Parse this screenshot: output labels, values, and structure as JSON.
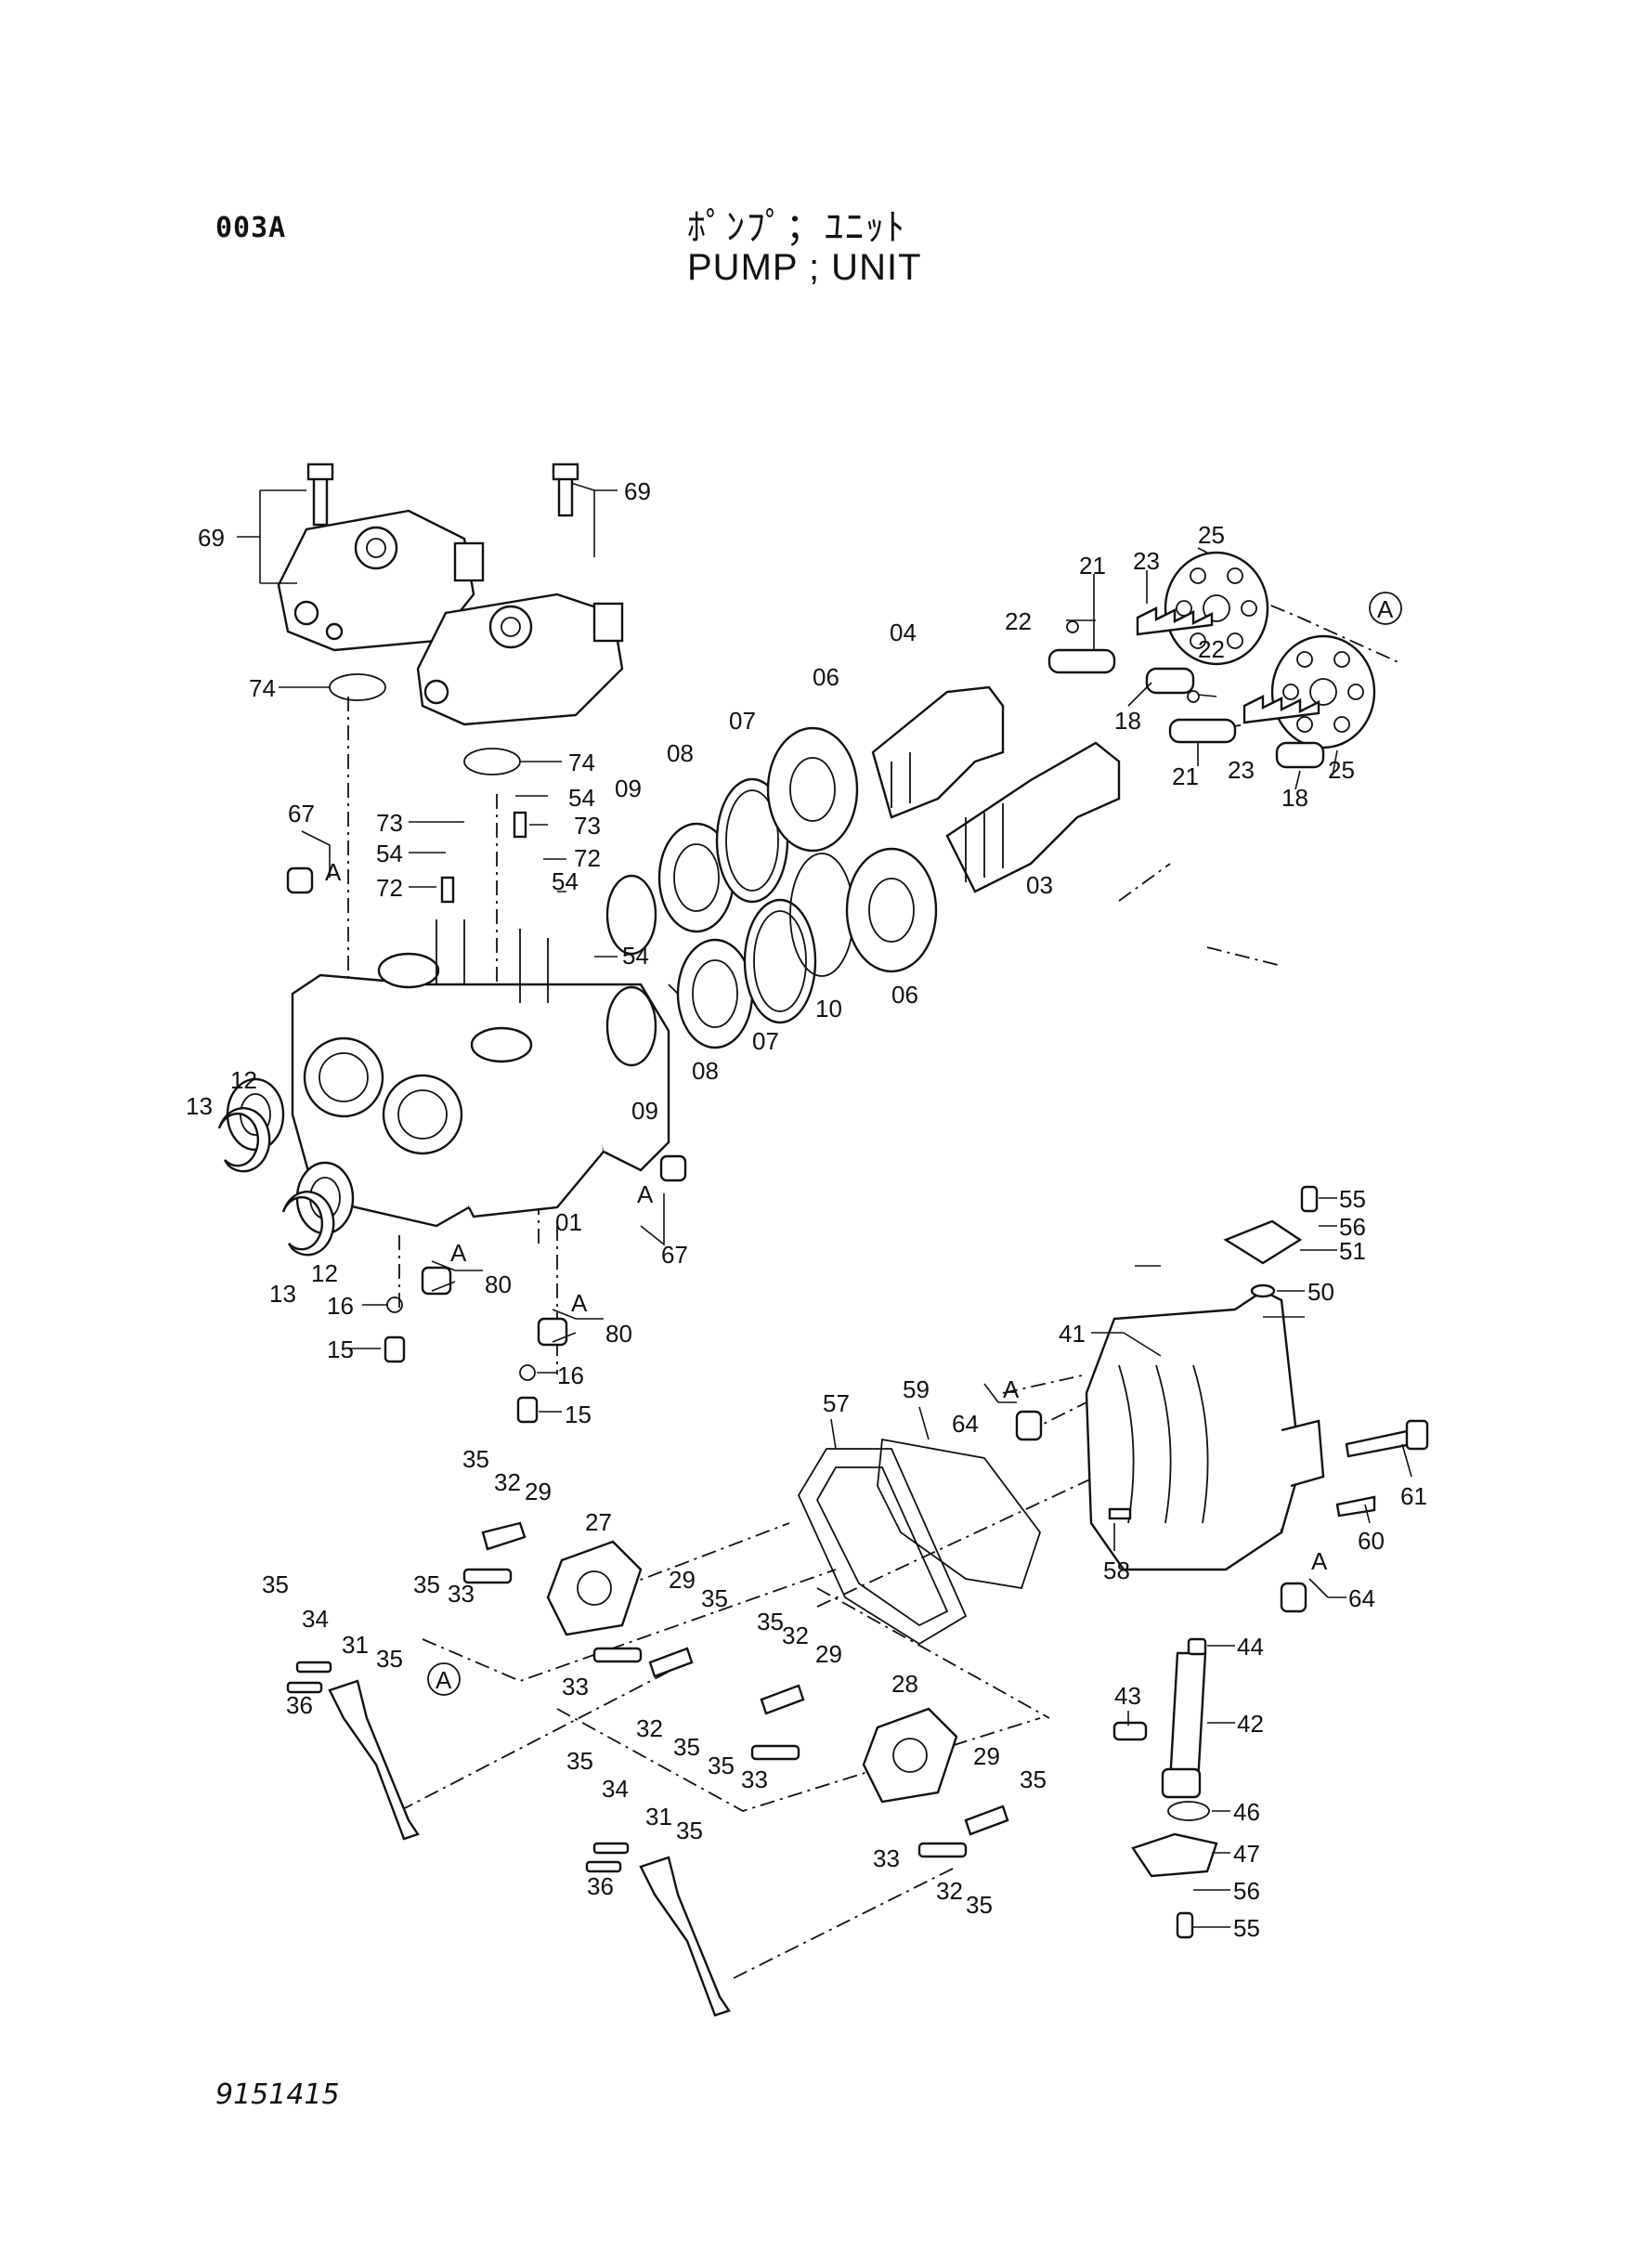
{
  "header": {
    "page_code": "003A",
    "title_ja": "ﾎﾟﾝﾌﾟ；ﾕﾆｯﾄ",
    "title_en": "PUMP ; UNIT"
  },
  "footer": {
    "document_number": "9151415"
  },
  "reference_marks": {
    "circle_a": "A",
    "plain_a": "A"
  },
  "labels": [
    {
      "id": "l69a",
      "text": "69"
    },
    {
      "id": "l69b",
      "text": "69"
    },
    {
      "id": "l74a",
      "text": "74"
    },
    {
      "id": "l74b",
      "text": "74"
    },
    {
      "id": "l67a",
      "text": "67"
    },
    {
      "id": "l67b",
      "text": "67"
    },
    {
      "id": "l73a",
      "text": "73"
    },
    {
      "id": "l73b",
      "text": "73"
    },
    {
      "id": "l54a",
      "text": "54"
    },
    {
      "id": "l54b",
      "text": "54"
    },
    {
      "id": "l54c",
      "text": "54"
    },
    {
      "id": "l54d",
      "text": "54"
    },
    {
      "id": "l72a",
      "text": "72"
    },
    {
      "id": "l72b",
      "text": "72"
    },
    {
      "id": "l09a",
      "text": "09"
    },
    {
      "id": "l09b",
      "text": "09"
    },
    {
      "id": "l08a",
      "text": "08"
    },
    {
      "id": "l08b",
      "text": "08"
    },
    {
      "id": "l07a",
      "text": "07"
    },
    {
      "id": "l07b",
      "text": "07"
    },
    {
      "id": "l06a",
      "text": "06"
    },
    {
      "id": "l06b",
      "text": "06"
    },
    {
      "id": "l04",
      "text": "04"
    },
    {
      "id": "l03",
      "text": "03"
    },
    {
      "id": "l10",
      "text": "10"
    },
    {
      "id": "l22a",
      "text": "22"
    },
    {
      "id": "l22b",
      "text": "22"
    },
    {
      "id": "l21a",
      "text": "21"
    },
    {
      "id": "l21b",
      "text": "21"
    },
    {
      "id": "l23a",
      "text": "23"
    },
    {
      "id": "l23b",
      "text": "23"
    },
    {
      "id": "l25a",
      "text": "25"
    },
    {
      "id": "l25b",
      "text": "25"
    },
    {
      "id": "l18a",
      "text": "18"
    },
    {
      "id": "l18b",
      "text": "18"
    },
    {
      "id": "l12a",
      "text": "12"
    },
    {
      "id": "l12b",
      "text": "12"
    },
    {
      "id": "l13a",
      "text": "13"
    },
    {
      "id": "l13b",
      "text": "13"
    },
    {
      "id": "l01",
      "text": "01"
    },
    {
      "id": "l80a",
      "text": "80"
    },
    {
      "id": "l80b",
      "text": "80"
    },
    {
      "id": "l16a",
      "text": "16"
    },
    {
      "id": "l16b",
      "text": "16"
    },
    {
      "id": "l15a",
      "text": "15"
    },
    {
      "id": "l15b",
      "text": "15"
    },
    {
      "id": "l55a",
      "text": "55"
    },
    {
      "id": "l55b",
      "text": "55"
    },
    {
      "id": "l56a",
      "text": "56"
    },
    {
      "id": "l56b",
      "text": "56"
    },
    {
      "id": "l51",
      "text": "51"
    },
    {
      "id": "l50",
      "text": "50"
    },
    {
      "id": "l41",
      "text": "41"
    },
    {
      "id": "l57",
      "text": "57"
    },
    {
      "id": "l59",
      "text": "59"
    },
    {
      "id": "l64a",
      "text": "64"
    },
    {
      "id": "l64b",
      "text": "64"
    },
    {
      "id": "l61",
      "text": "61"
    },
    {
      "id": "l60",
      "text": "60"
    },
    {
      "id": "l58",
      "text": "58"
    },
    {
      "id": "l44",
      "text": "44"
    },
    {
      "id": "l43",
      "text": "43"
    },
    {
      "id": "l42",
      "text": "42"
    },
    {
      "id": "l46",
      "text": "46"
    },
    {
      "id": "l47",
      "text": "47"
    },
    {
      "id": "l35a",
      "text": "35"
    },
    {
      "id": "l35b",
      "text": "35"
    },
    {
      "id": "l35c",
      "text": "35"
    },
    {
      "id": "l35d",
      "text": "35"
    },
    {
      "id": "l35e",
      "text": "35"
    },
    {
      "id": "l35f",
      "text": "35"
    },
    {
      "id": "l35g",
      "text": "35"
    },
    {
      "id": "l35h",
      "text": "35"
    },
    {
      "id": "l35i",
      "text": "35"
    },
    {
      "id": "l35j",
      "text": "35"
    },
    {
      "id": "l35k",
      "text": "35"
    },
    {
      "id": "l35l",
      "text": "35"
    },
    {
      "id": "l32a",
      "text": "32"
    },
    {
      "id": "l32b",
      "text": "32"
    },
    {
      "id": "l32c",
      "text": "32"
    },
    {
      "id": "l32d",
      "text": "32"
    },
    {
      "id": "l29a",
      "text": "29"
    },
    {
      "id": "l29b",
      "text": "29"
    },
    {
      "id": "l29c",
      "text": "29"
    },
    {
      "id": "l29d",
      "text": "29"
    },
    {
      "id": "l27",
      "text": "27"
    },
    {
      "id": "l28",
      "text": "28"
    },
    {
      "id": "l33a",
      "text": "33"
    },
    {
      "id": "l33b",
      "text": "33"
    },
    {
      "id": "l33c",
      "text": "33"
    },
    {
      "id": "l33d",
      "text": "33"
    },
    {
      "id": "l34a",
      "text": "34"
    },
    {
      "id": "l34b",
      "text": "34"
    },
    {
      "id": "l31a",
      "text": "31"
    },
    {
      "id": "l31b",
      "text": "31"
    },
    {
      "id": "l36a",
      "text": "36"
    },
    {
      "id": "l36b",
      "text": "36"
    }
  ]
}
